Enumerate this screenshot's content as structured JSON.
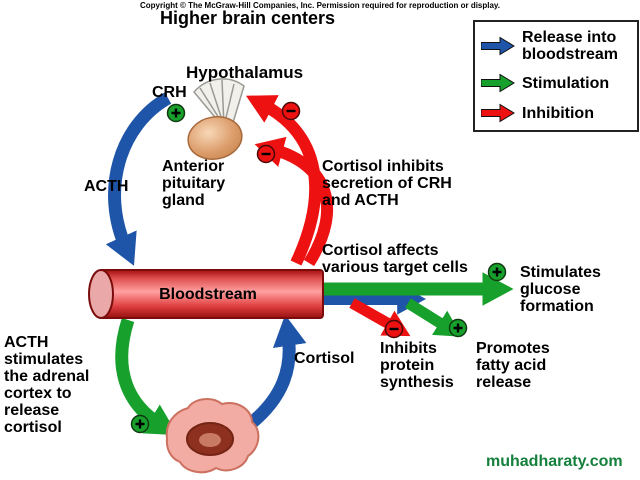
{
  "copyright": "Copyright © The McGraw-Hill Companies, Inc. Permission required for reproduction or display.",
  "watermark": "muhadharaty.com",
  "colors": {
    "release_blue": "#1f55a8",
    "stimulation_green": "#17a02c",
    "inhibition_red": "#ee1111",
    "vessel_red": "#e03030"
  },
  "legend": {
    "items": [
      {
        "icon": "blue-arrow-icon",
        "label": "Release into\nbloodstream"
      },
      {
        "icon": "green-arrow-icon",
        "label": "Stimulation"
      },
      {
        "icon": "red-arrow-icon",
        "label": "Inhibition"
      }
    ]
  },
  "labels": {
    "higher_brain_centers": "Higher brain centers",
    "hypothalamus": "Hypothalamus",
    "crh": "CRH",
    "acth": "ACTH",
    "anterior_pituitary_gland": "Anterior\npituitary\ngland",
    "cortisol_inhibits": "Cortisol inhibits\nsecretion of CRH\nand ACTH",
    "bloodstream": "Bloodstream",
    "cortisol_affects": "Cortisol affects\nvarious target cells",
    "stimulates_glucose": "Stimulates\nglucose\nformation",
    "inhibits_protein": "Inhibits\nprotein\nsynthesis",
    "promotes_fatty_acid": "Promotes\nfatty acid\nrelease",
    "cortisol": "Cortisol",
    "acth_stimulates_adrenal": "ACTH\nstimulates\nthe adrenal\ncortex to\nrelease\ncortisol"
  }
}
